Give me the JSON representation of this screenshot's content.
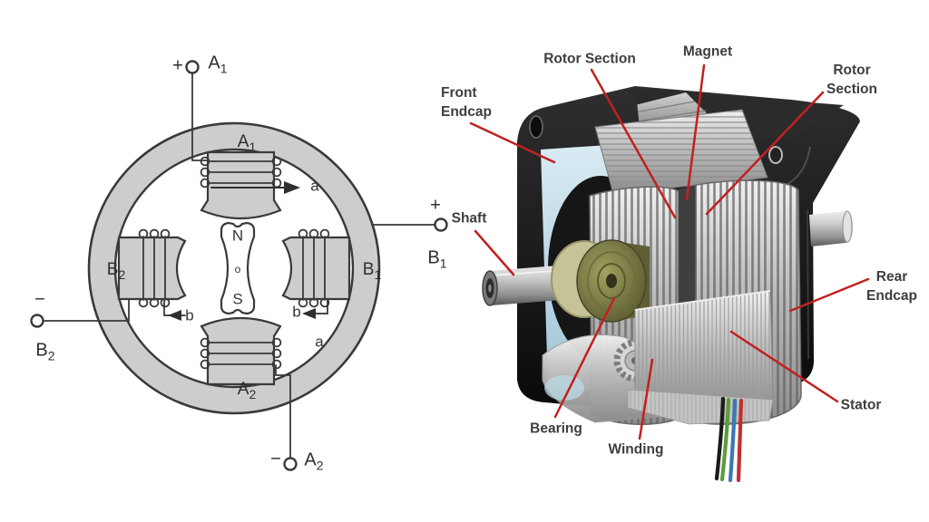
{
  "figure": {
    "subject": "Stepper motor winding schematic and cutaway view",
    "background": "#ffffff"
  },
  "schematic": {
    "fill_color": "#cdcdcd",
    "stroke_color": "#3a3a3a",
    "terminals": [
      {
        "id": "A1",
        "sign": "+",
        "base": "A",
        "sub": "1"
      },
      {
        "id": "B1",
        "sign": "+",
        "base": "B",
        "sub": "1"
      },
      {
        "id": "B2",
        "sign": "−",
        "base": "B",
        "sub": "2"
      },
      {
        "id": "A2",
        "sign": "−",
        "base": "A",
        "sub": "2"
      }
    ],
    "pole_windings": [
      {
        "id": "A1",
        "base": "A",
        "sub": "1"
      },
      {
        "id": "B1",
        "base": "B",
        "sub": "1"
      },
      {
        "id": "B2",
        "base": "B",
        "sub": "2"
      },
      {
        "id": "A2",
        "base": "A",
        "sub": "2"
      }
    ],
    "rotor": {
      "top": "N",
      "center": "o",
      "bottom": "S"
    },
    "phase_arrows": {
      "a_top": "a",
      "a_inner": "a",
      "b_left": "b",
      "b_right": "b"
    }
  },
  "cutaway": {
    "labels": {
      "rotor_section_left": "Rotor Section",
      "magnet": "Magnet",
      "rotor_section_right": "Rotor Section",
      "front_endcap": "Front\nEndcap",
      "shaft": "Shaft",
      "rear_endcap": "Rear\nEndcap",
      "stator": "Stator",
      "bearing": "Bearing",
      "winding": "Winding"
    },
    "leader_color": "#c22020",
    "wire_colors": [
      "#1a1a1a",
      "#5a9e3a",
      "#3a78b5",
      "#c03030"
    ],
    "bearing_color": "#84844a",
    "body_color": "#141414"
  }
}
